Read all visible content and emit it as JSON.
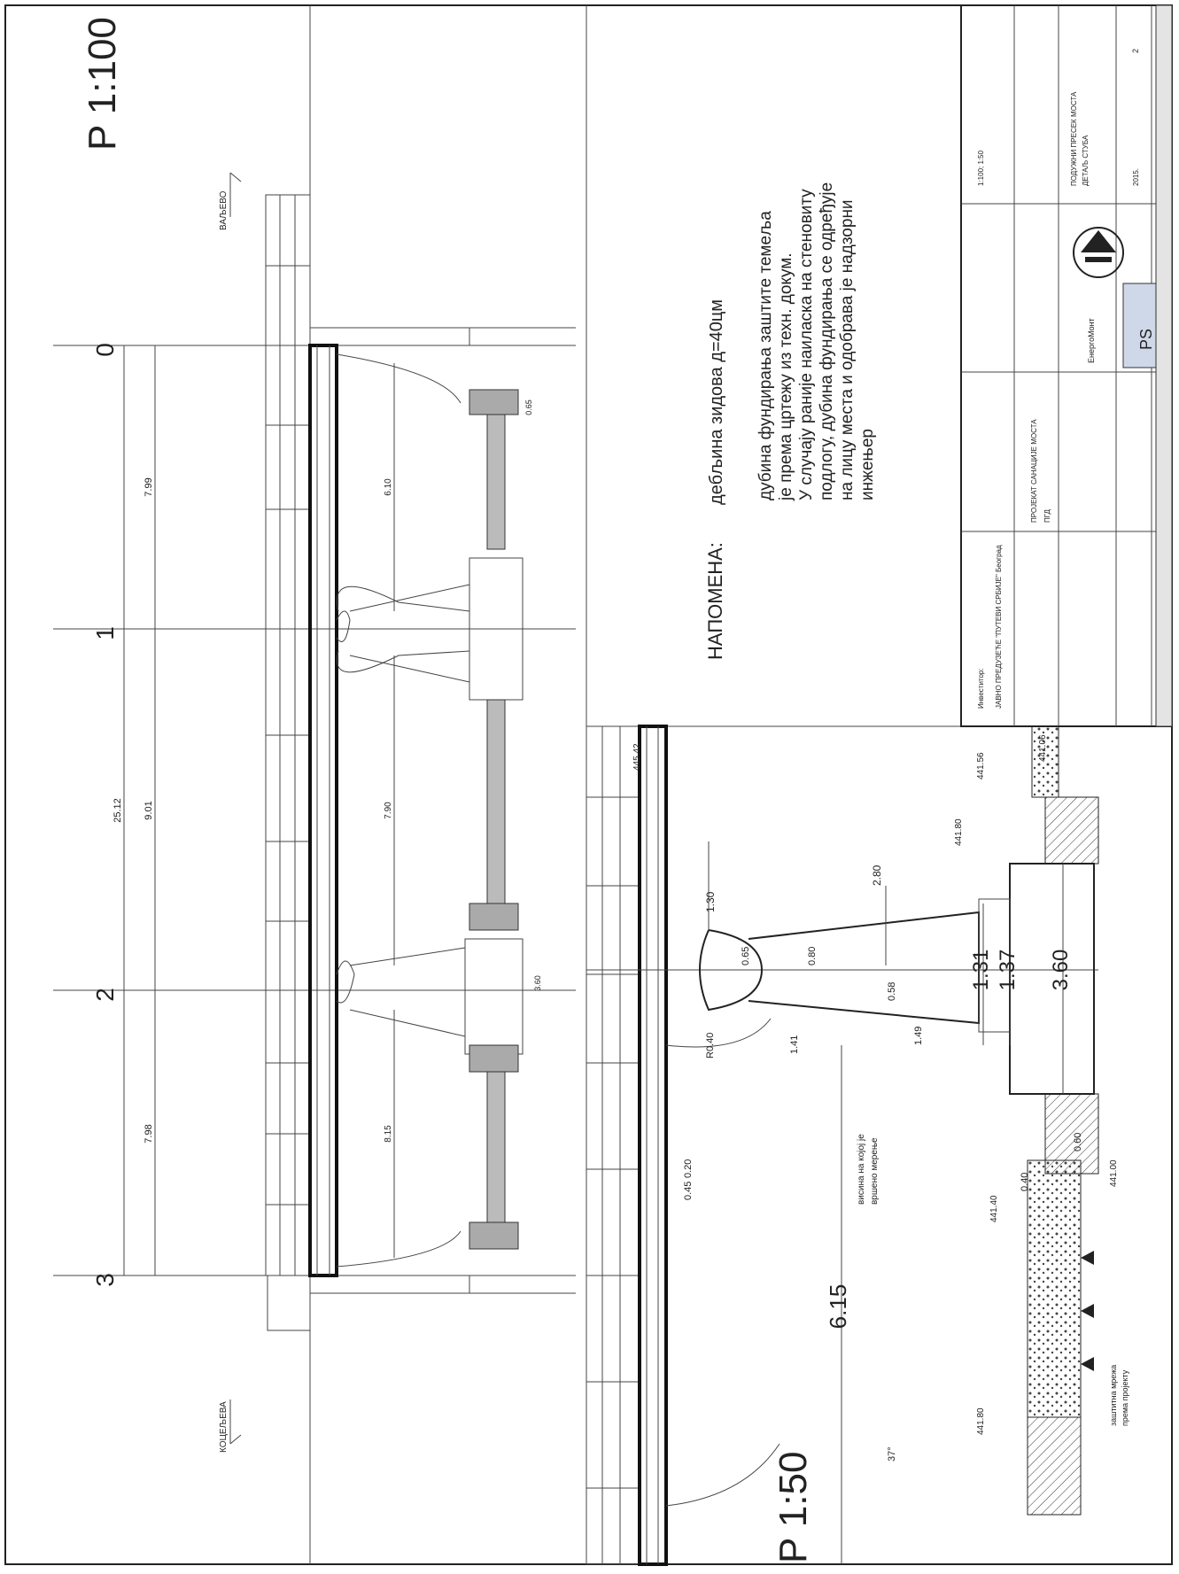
{
  "scales": {
    "main": "P 1:100",
    "detail": "P 1:50"
  },
  "axes_labels": [
    "0",
    "1",
    "2",
    "3"
  ],
  "direction_labels": {
    "upstream": "ВАЉЕВО",
    "downstream": "КОЦЕЉЕВА"
  },
  "main_dims": {
    "total": "25.12",
    "span_01": "7.99",
    "span_12": "9.01",
    "span_23": "7.98",
    "clear_a": "6.10",
    "clear_b": "7.90",
    "clear_c": "8.15",
    "side_a": "0.65",
    "side_b": "3.60"
  },
  "note": {
    "title": "НАПОМЕНА:",
    "line1": "дебљина зидова д=40цм",
    "body": [
      "дубина фундирања заштите темеља",
      "је према цртежу из техн. докум.",
      "У случају раније наиласка на стеновиту",
      "подлогу, дубина фундирања се одређује",
      "на лицу места и одобрава је надзорни",
      "инжењер"
    ]
  },
  "detail_dims": {
    "d130": "1.30",
    "d280": "2.80",
    "d131": "1.31",
    "d137": "1.37",
    "d360": "3.60",
    "d615": "6.15",
    "d141": "1.41",
    "d149": "1.49",
    "d065": "0.65",
    "d080": "0.80",
    "d058": "0.58",
    "d045": "0.45",
    "d020": "0.20",
    "d060": "0.60",
    "d040": "0.40",
    "radius": "R0.40",
    "angle": "37°"
  },
  "levels": {
    "top": "445.42",
    "l1": "441.80",
    "l2": "441.56",
    "l3": "441.06",
    "l4": "441.40",
    "l5": "441.80",
    "l6": "441.00"
  },
  "detail_note": {
    "line1": "висина на којој је",
    "line2": "вршено мерење"
  },
  "protection_note": {
    "line1": "заштитна мрежа",
    "line2": "према пројекту"
  },
  "title_block": {
    "client_label": "Инвеститор:",
    "client": "ЈАВНО ПРЕДУЗЕЋЕ \"ПУТЕВИ СРБИЈЕ\" Београд",
    "project": "ПРОЈЕКАТ САНАЦИЈЕ МОСТА",
    "project_code": "ПГД",
    "designer": "ЕнергоМонт",
    "sheet_title": "ПОДУЖНИ ПРЕСЕК МОСТА",
    "sheet_sub": "ДЕТАЉ СТУБА",
    "scale_row": "1:100; 1:50",
    "date": "2015.",
    "sheet_no": "2"
  }
}
